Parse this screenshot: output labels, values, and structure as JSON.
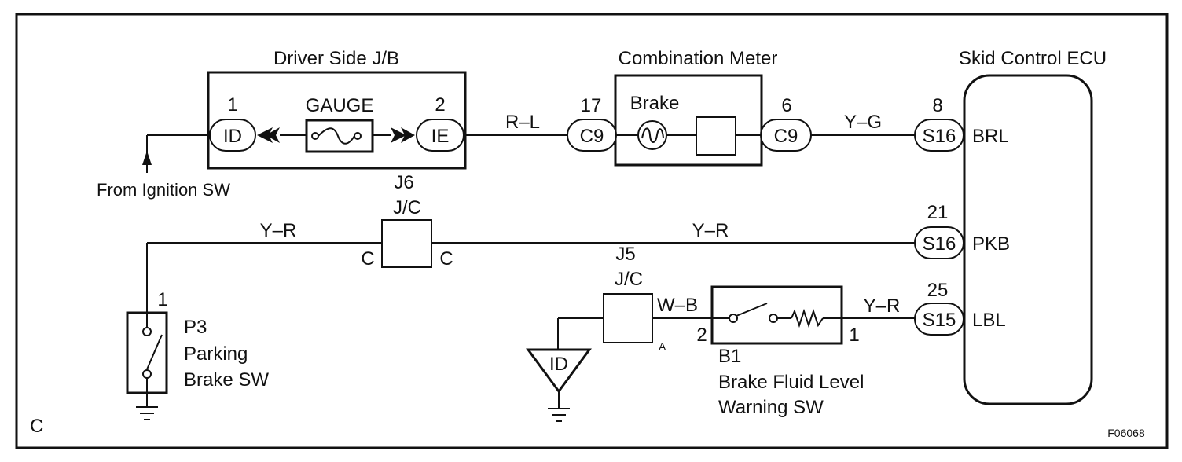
{
  "corner_label": "C",
  "figure_code": "F06068",
  "driver_jb": {
    "title": "Driver Side J/B",
    "fuse_label": "GAUGE",
    "left_pin": "1",
    "left_connector": "ID",
    "right_pin": "2",
    "right_connector": "IE"
  },
  "ignition_label": "From Ignition SW",
  "combination_meter": {
    "title": "Combination Meter",
    "lamp_label": "Brake",
    "left_pin": "17",
    "left_connector": "C9",
    "right_pin": "6",
    "right_connector": "C9"
  },
  "ecu": {
    "title": "Skid Control ECU",
    "terminals": [
      {
        "pin": "8",
        "connector": "S16",
        "name": "BRL"
      },
      {
        "pin": "21",
        "connector": "S16",
        "name": "PKB"
      },
      {
        "pin": "25",
        "connector": "S15",
        "name": "LBL"
      }
    ]
  },
  "wires": {
    "rl": "R–L",
    "yg": "Y–G",
    "yr_left": "Y–R",
    "yr_mid": "Y–R",
    "wb": "W–B",
    "yr_right": "Y–R"
  },
  "j6": {
    "id": "J6",
    "type": "J/C",
    "left_pin": "C",
    "right_pin": "C"
  },
  "j5": {
    "id": "J5",
    "type": "J/C",
    "pin": "A"
  },
  "ground_connector": "ID",
  "parking_sw": {
    "pin": "1",
    "id": "P3",
    "line1": "Parking",
    "line2": "Brake SW"
  },
  "fluid_sw": {
    "left_pin": "2",
    "right_pin": "1",
    "id": "B1",
    "line1": "Brake Fluid Level",
    "line2": "Warning SW"
  }
}
